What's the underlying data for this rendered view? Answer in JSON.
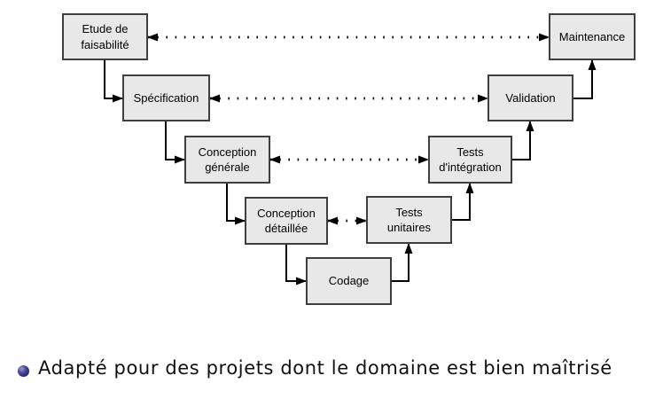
{
  "diagram": {
    "boxes": [
      {
        "label": "Etude de\nfaisabilité"
      },
      {
        "label": "Spécification"
      },
      {
        "label": "Conception\ngénérale"
      },
      {
        "label": "Conception\ndétaillée"
      },
      {
        "label": "Codage"
      },
      {
        "label": "Tests\nunitaires"
      },
      {
        "label": "Tests\nd'intégration"
      },
      {
        "label": "Validation"
      },
      {
        "label": "Maintenance"
      }
    ]
  },
  "bullet": {
    "text": "Adapté pour des projets dont le domaine est bien maîtrisé"
  },
  "colors": {
    "box-fill": "#e8e8e8",
    "box-border": "#3f3f3f",
    "line-color": "#000000",
    "text-color": "#000000",
    "bullet-color": "#23237a"
  }
}
